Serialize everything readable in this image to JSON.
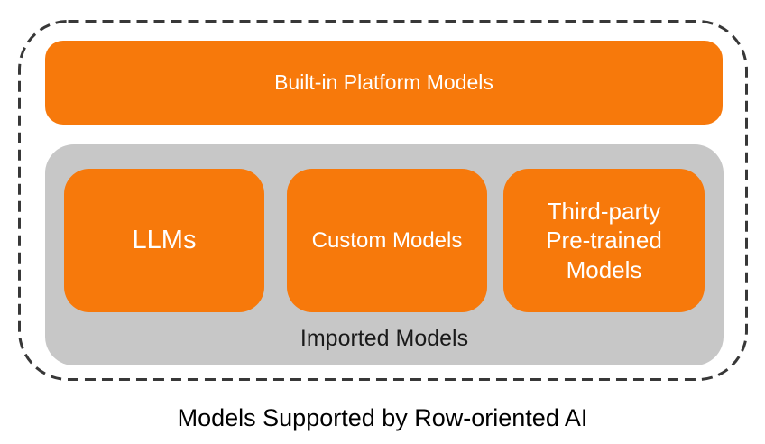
{
  "colors": {
    "accent_orange": "#F7790B",
    "group_gray": "#C7C7C7",
    "border_dark": "#383838",
    "label_dark": "#1A1A1A",
    "label_light": "#FFFFFF"
  },
  "diagram": {
    "top_box": {
      "label": "Built-in Platform Models"
    },
    "imported_group": {
      "label": "Imported Models",
      "boxes": [
        {
          "label": "LLMs"
        },
        {
          "label": "Custom Models"
        },
        {
          "label": "Third-party\nPre-trained\nModels"
        }
      ]
    },
    "caption": "Models Supported by Row-oriented AI"
  }
}
